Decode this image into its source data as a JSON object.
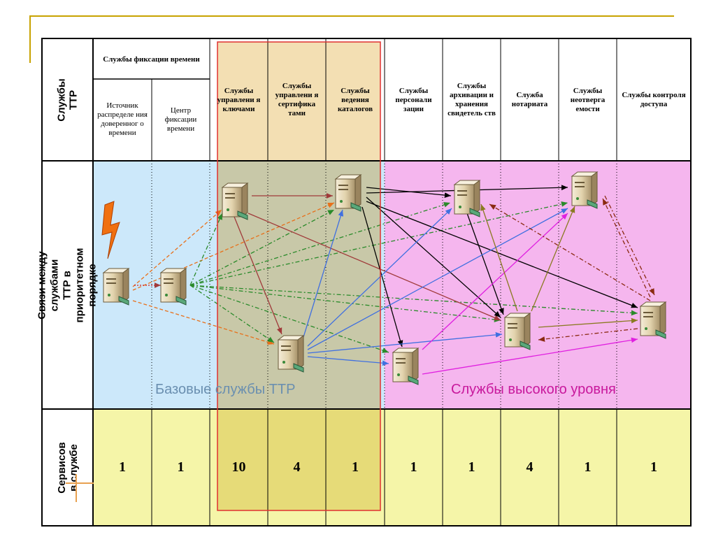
{
  "row_labels": {
    "services": "Службы ТТР",
    "links": "Связи между службами ТТР в приоритетном порядке",
    "count": "Сервисов в службе"
  },
  "group_header": "Службы фиксации времени",
  "sub_headers": [
    "Источник распределе ния доверенног о времени",
    "Центр фиксации времени"
  ],
  "column_headers": [
    "Службы управлени я ключами",
    "Службы управлени я сертифика тами",
    "Службы ведения каталогов",
    "Службы персонали зации",
    "Службы архивации и хранения свидетель ств",
    "Служба нотариата",
    "Службы неотверга емости",
    "Службы контроля доступа"
  ],
  "service_counts": [
    "1",
    "1",
    "10",
    "4",
    "1",
    "1",
    "1",
    "4",
    "1",
    "1"
  ],
  "zones": {
    "base": "Базовые службы ТТР",
    "high": "Службы высокого уровня"
  },
  "colors": {
    "base_bg": "#cce8fa",
    "high_bg": "#f5b6ee",
    "count_bg": "#f5f5a8",
    "highlight_header": "#f3dfb3",
    "highlight_body": "#c8c8a8",
    "highlight_count": "#e6db78",
    "highlight_border": "#e03030",
    "base_text": "#6a8fb0",
    "high_text": "#c8189c"
  },
  "icons": [
    "lightning-icon",
    "server-icon"
  ]
}
